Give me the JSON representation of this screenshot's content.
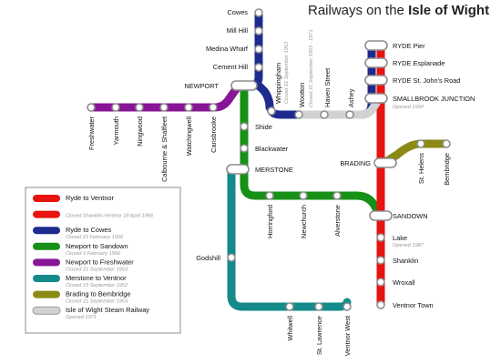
{
  "title": {
    "prefix": "Railways on the",
    "bold": "Isle of Wight"
  },
  "colors": {
    "ryde_ventnor": "#e8120f",
    "ryde_cowes": "#1d2b8f",
    "newport_sandown": "#169016",
    "newport_freshwater": "#881596",
    "merstone_ventnor": "#148a8a",
    "brading_bembridge": "#8a8a14",
    "steam": "#d2d2d2"
  },
  "stations": {
    "cowes": "Cowes",
    "mill_hill": "Mill Hill",
    "medina_wharf": "Medina Wharf",
    "cement_hill": "Cement Hill",
    "newport": "NEWPORT",
    "freshwater": "Freshwater",
    "yarmouth": "Yarmouth",
    "ningwood": "Ningwood",
    "calbourne": "Calbourne & Shalfleet",
    "watchingwell": "Watchingwell",
    "carisbrooke": "Carisbrooke",
    "whippingham": "Whippingham",
    "whippingham_note": "Closed 21 September 1953",
    "wootton": "Wootton",
    "wootton_note": "Closed 21 September 1953 - 1971",
    "haven_street": "Haven Street",
    "ashey": "Ashey",
    "ryde_pier": "RYDE Pier",
    "ryde_esplanade": "RYDE Esplanade",
    "ryde_st_johns": "RYDE St. John's Road",
    "smallbrook": "SMALLBROOK JUNCTION",
    "smallbrook_note": "Opened 1994",
    "shide": "Shide",
    "blackwater": "Blackwater",
    "merstone": "MERSTONE",
    "horringford": "Horringford",
    "newchurch": "Newchurch",
    "alverstone": "Alverstone",
    "brading": "BRADING",
    "st_helens": "St. Helens",
    "bembridge": "Bembridge",
    "sandown": "SANDOWN",
    "lake": "Lake",
    "lake_note": "Opened 1987",
    "shanklin": "Shanklin",
    "wroxall": "Wroxall",
    "ventnor_town": "Ventnor Town",
    "godshill": "Godshill",
    "whitwell": "Whitwell",
    "st_lawrence": "St. Lawrence",
    "ventnor_west": "Ventnor West"
  },
  "legend": [
    {
      "name": "Ryde to Ventnor",
      "note": "",
      "color": "#e8120f"
    },
    {
      "name": "",
      "note": "Closed Shanklin-Ventnor 18 April 1966",
      "color": "#e8120f"
    },
    {
      "name": "Ryde to Cowes",
      "note": "Closed 21 February 1966",
      "color": "#1d2b8f"
    },
    {
      "name": "Newport to Sandown",
      "note": "Closed 6 February 1956",
      "color": "#169016"
    },
    {
      "name": "Newport to Freshwater",
      "note": "Closed 21 September 1953",
      "color": "#881596"
    },
    {
      "name": "Merstone to Ventnor",
      "note": "Closed 15 September 1952",
      "color": "#148a8a"
    },
    {
      "name": "Brading to Bembridge",
      "note": "Closed 21 September 1953",
      "color": "#8a8a14"
    },
    {
      "name": "Isle of Wight Steam Railway",
      "note": "Opened 1971",
      "color": "#d2d2d2"
    }
  ]
}
